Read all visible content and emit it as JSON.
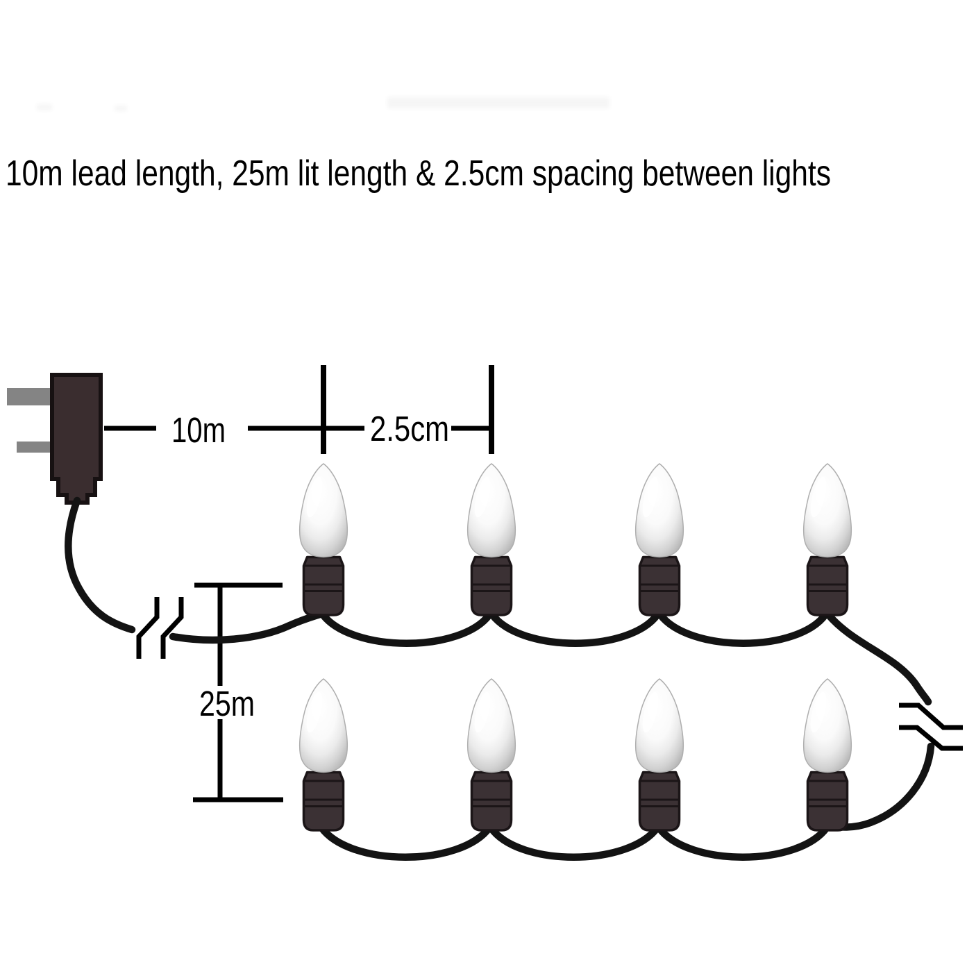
{
  "title": {
    "text": "10m lead length, 25m lit length & 2.5cm spacing between lights"
  },
  "dimensions": {
    "lead_length": {
      "label": "10m"
    },
    "bulb_spacing": {
      "label": "2.5cm"
    },
    "lit_length": {
      "label": "25m"
    }
  },
  "string_lights": {
    "rows": 2,
    "bulbs_per_row": 4,
    "bulb_count": 8
  },
  "icons": {
    "plug": "uk-mains-plug",
    "wire_break": "break-continuation-mark"
  },
  "colors": {
    "bg": "#ffffff",
    "ink": "#000000",
    "wire": "#131313",
    "plug": "#3a2d2f",
    "plug_edge": "#171112",
    "prong": "#848484",
    "socket": "#3b3134",
    "socket_edge": "#1b1517",
    "bulb_edge": "#b5b5b5",
    "bulb_center": "#ffffff"
  }
}
